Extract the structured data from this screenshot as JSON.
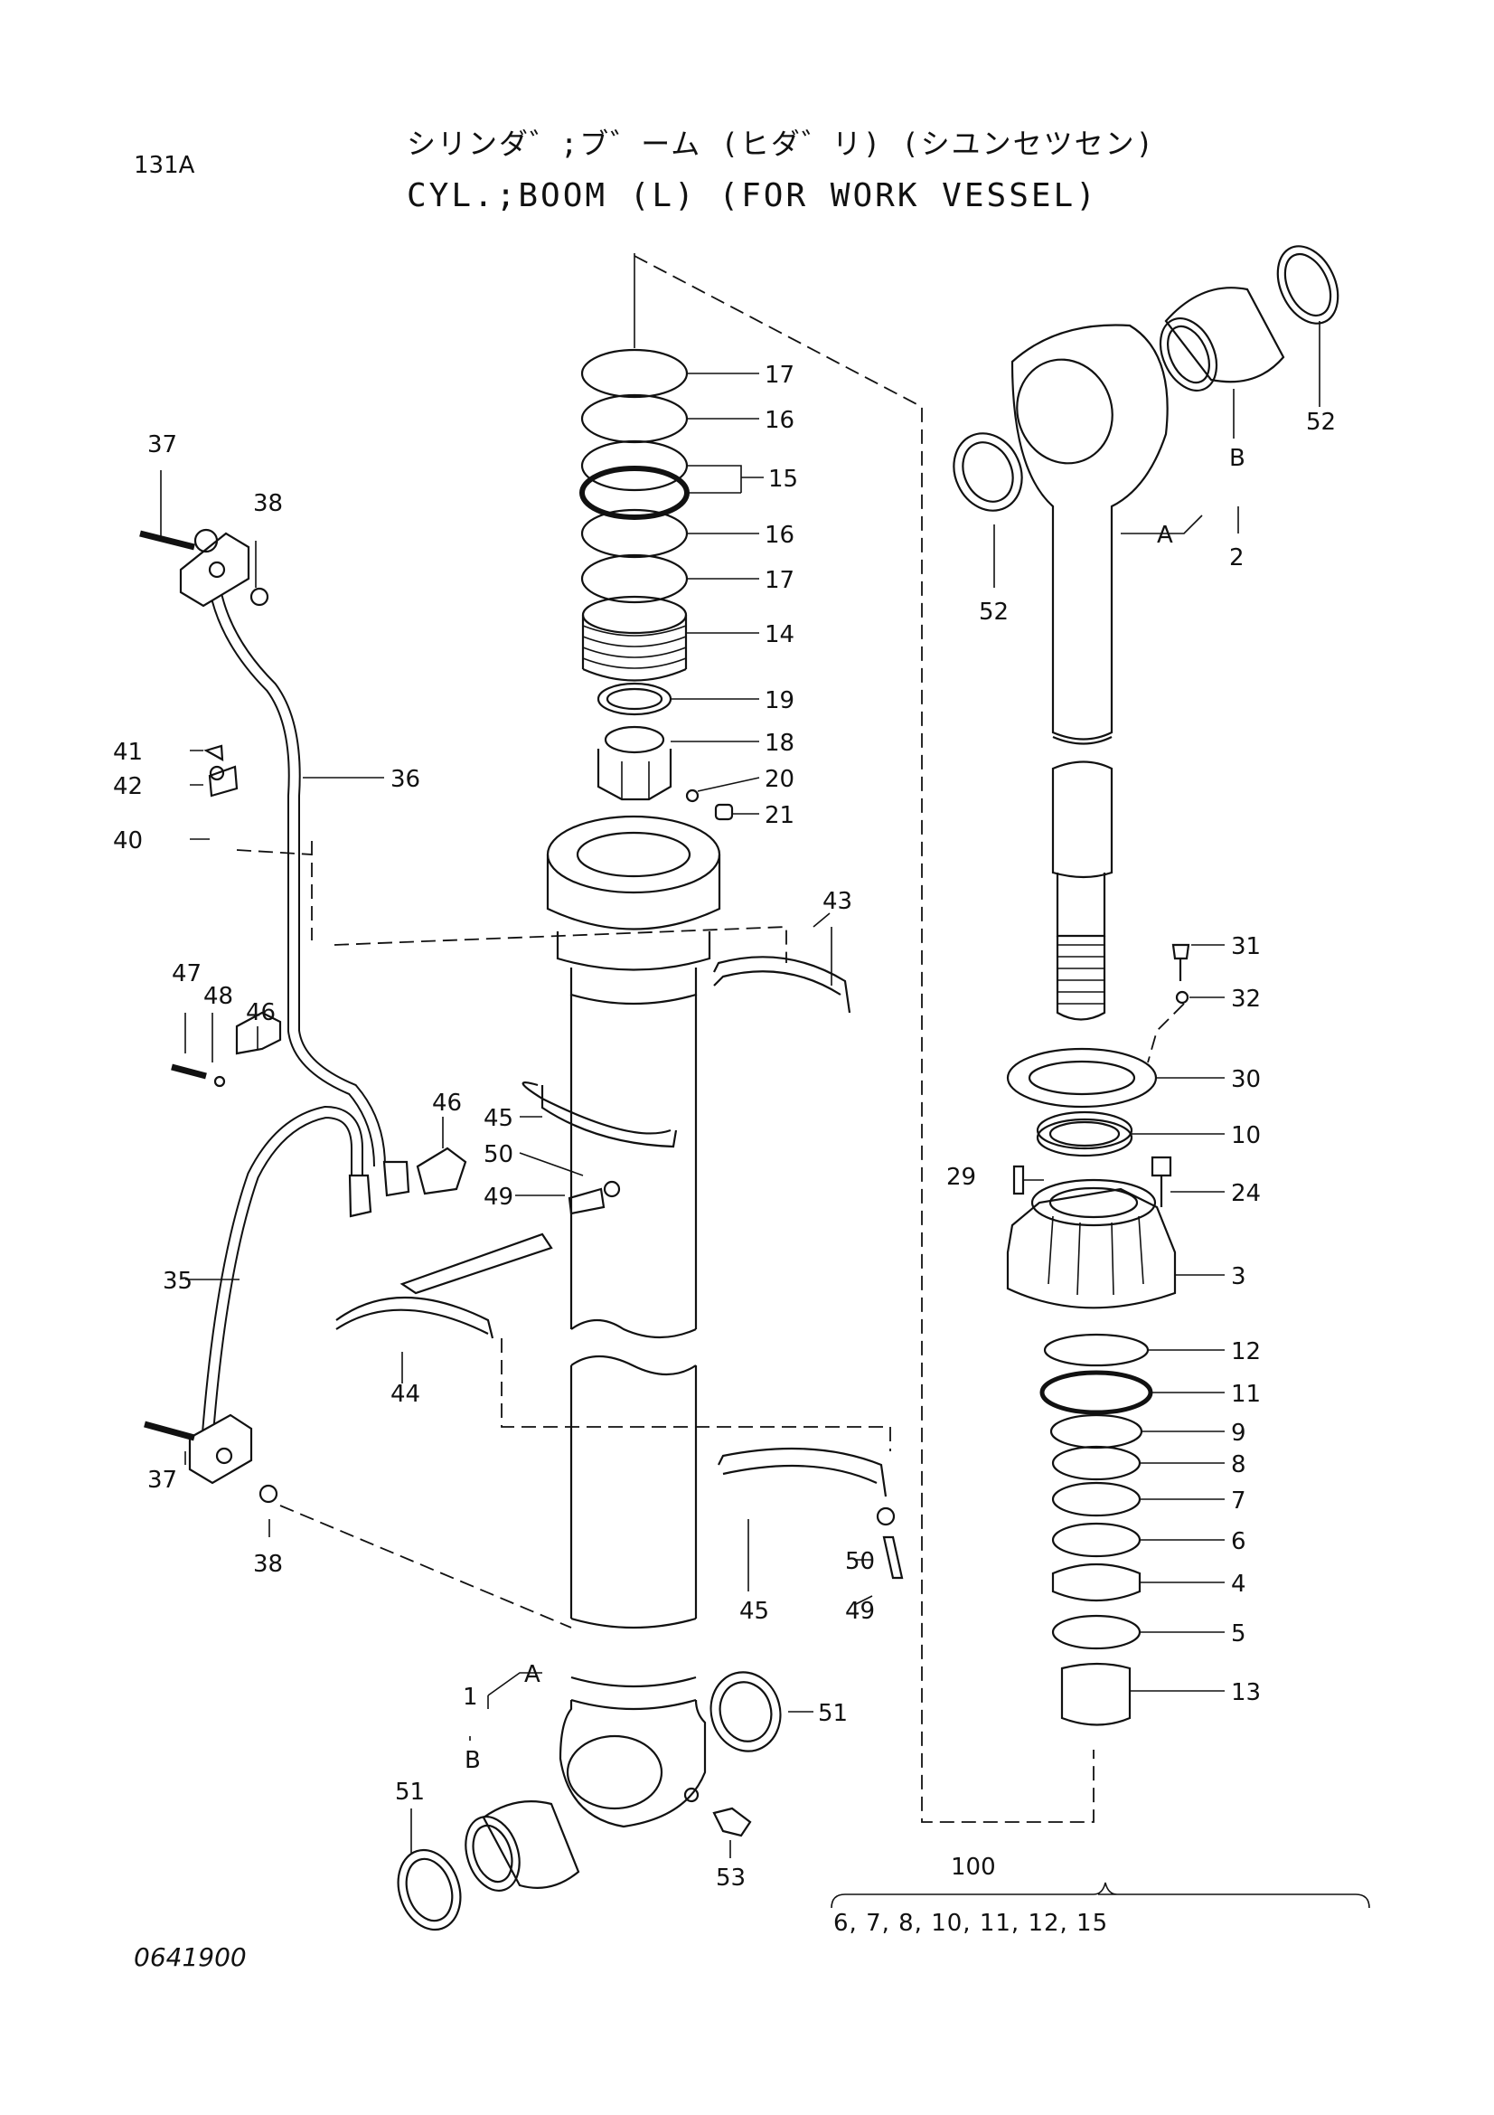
{
  "header": {
    "page_number": "131A",
    "title_japanese": "シリンダ゛;ブ゛ーム (ヒダ゛リ) (シユンセツセン)",
    "title_english": "CYL.;BOOM (L) (FOR WORK VESSEL)"
  },
  "footer": {
    "drawing_number": "0641900"
  },
  "kit": {
    "number": "100",
    "items": "6, 7, 8, 10, 11, 12, 15"
  },
  "callouts": [
    {
      "id": "c17a",
      "label": "17"
    },
    {
      "id": "c16a",
      "label": "16"
    },
    {
      "id": "c15",
      "label": "15"
    },
    {
      "id": "c16b",
      "label": "16"
    },
    {
      "id": "c17b",
      "label": "17"
    },
    {
      "id": "c14",
      "label": "14"
    },
    {
      "id": "c19",
      "label": "19"
    },
    {
      "id": "c18",
      "label": "18"
    },
    {
      "id": "c20",
      "label": "20"
    },
    {
      "id": "c21",
      "label": "21"
    },
    {
      "id": "c37a",
      "label": "37"
    },
    {
      "id": "c38a",
      "label": "38"
    },
    {
      "id": "c36",
      "label": "36"
    },
    {
      "id": "c41",
      "label": "41"
    },
    {
      "id": "c42",
      "label": "42"
    },
    {
      "id": "c40",
      "label": "40"
    },
    {
      "id": "c43",
      "label": "43"
    },
    {
      "id": "c47",
      "label": "47"
    },
    {
      "id": "c48",
      "label": "48"
    },
    {
      "id": "c46a",
      "label": "46"
    },
    {
      "id": "c45a",
      "label": "45"
    },
    {
      "id": "c46b",
      "label": "46"
    },
    {
      "id": "c50a",
      "label": "50"
    },
    {
      "id": "c49a",
      "label": "49"
    },
    {
      "id": "c35",
      "label": "35"
    },
    {
      "id": "c44",
      "label": "44"
    },
    {
      "id": "c37b",
      "label": "37"
    },
    {
      "id": "c38b",
      "label": "38"
    },
    {
      "id": "c45b",
      "label": "45"
    },
    {
      "id": "c50b",
      "label": "50"
    },
    {
      "id": "c49b",
      "label": "49"
    },
    {
      "id": "c1",
      "label": "1"
    },
    {
      "id": "cA1",
      "label": "A"
    },
    {
      "id": "cB1",
      "label": "B"
    },
    {
      "id": "c51a",
      "label": "51"
    },
    {
      "id": "c51b",
      "label": "51"
    },
    {
      "id": "c53",
      "label": "53"
    },
    {
      "id": "c52a",
      "label": "52"
    },
    {
      "id": "c52b",
      "label": "52"
    },
    {
      "id": "cB2",
      "label": "B"
    },
    {
      "id": "cA2",
      "label": "A"
    },
    {
      "id": "c2",
      "label": "2"
    },
    {
      "id": "c31",
      "label": "31"
    },
    {
      "id": "c32",
      "label": "32"
    },
    {
      "id": "c30",
      "label": "30"
    },
    {
      "id": "c10",
      "label": "10"
    },
    {
      "id": "c29",
      "label": "29"
    },
    {
      "id": "c24",
      "label": "24"
    },
    {
      "id": "c3",
      "label": "3"
    },
    {
      "id": "c12",
      "label": "12"
    },
    {
      "id": "c11",
      "label": "11"
    },
    {
      "id": "c9",
      "label": "9"
    },
    {
      "id": "c8",
      "label": "8"
    },
    {
      "id": "c7",
      "label": "7"
    },
    {
      "id": "c6",
      "label": "6"
    },
    {
      "id": "c4",
      "label": "4"
    },
    {
      "id": "c5",
      "label": "5"
    },
    {
      "id": "c13",
      "label": "13"
    }
  ]
}
